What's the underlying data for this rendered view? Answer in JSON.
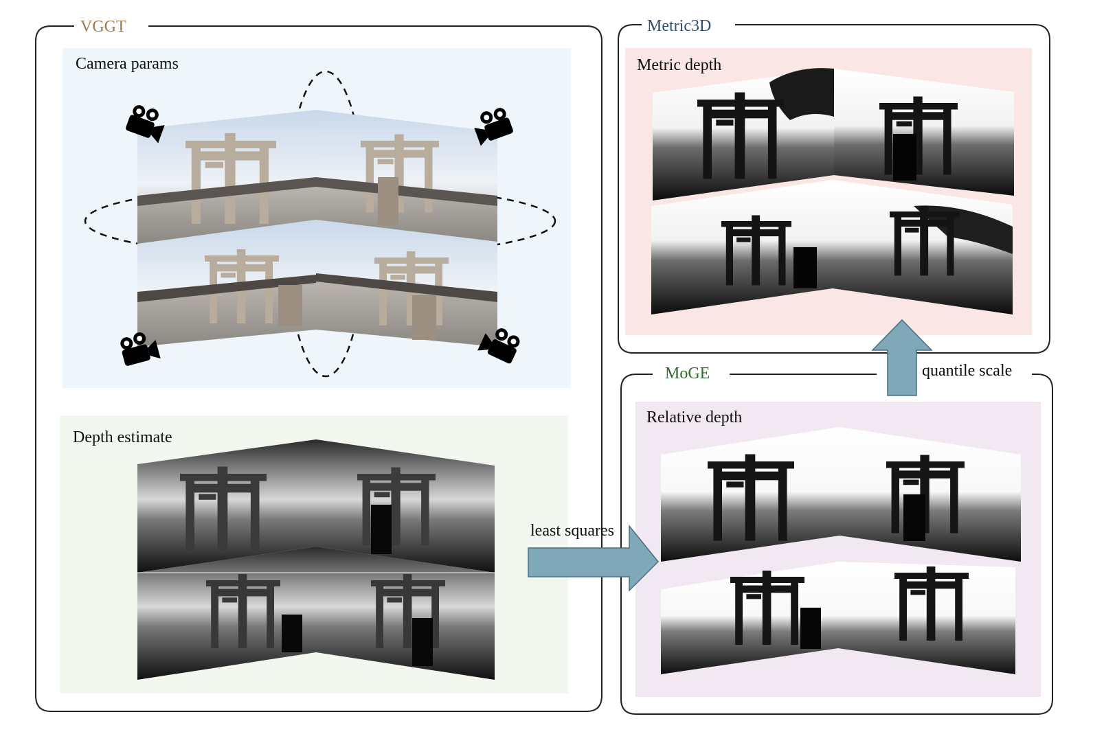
{
  "panels": {
    "vggt": {
      "title": "VGGT",
      "title_color": "#a07a4a"
    },
    "metric3d": {
      "title": "Metric3D",
      "title_color": "#2f4f6e"
    },
    "moge": {
      "title": "MoGE",
      "title_color": "#2e6b2e"
    }
  },
  "sections": {
    "camera_params": "Camera params",
    "depth_estimate": "Depth estimate",
    "metric_depth": "Metric depth",
    "relative_depth": "Relative depth"
  },
  "arrows": {
    "least_squares": "least squares",
    "quantile_scale": "quantile scale",
    "arrow_fill": "#7fa8b8"
  },
  "colors": {
    "camera_bg": "#eef5fb",
    "depth_bg": "#f2f8ef",
    "metric_bg": "#fbe6e6",
    "relative_bg": "#f1e8f1"
  },
  "icons": [
    "video-camera-icon",
    "video-camera-icon",
    "video-camera-icon",
    "video-camera-icon"
  ]
}
